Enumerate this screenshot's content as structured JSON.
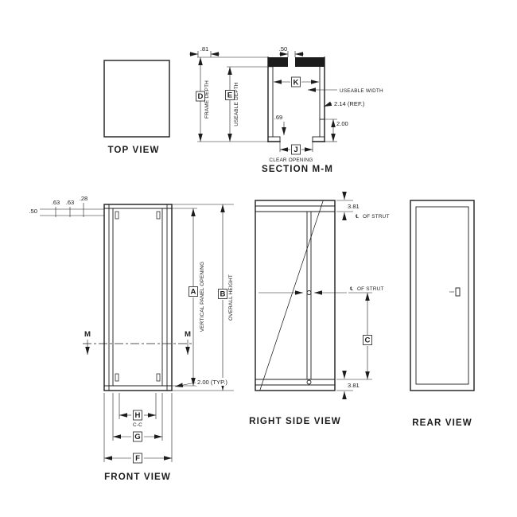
{
  "drawing": {
    "background": "#ffffff",
    "ink": "#1c1c1c"
  },
  "top_view": {
    "title": "TOP VIEW"
  },
  "section_mm": {
    "title": "SECTION M-M",
    "dim_81": ".81",
    "dim_50": ".50",
    "letter_d": "D",
    "frame_depth": "FRAME DEPTH",
    "letter_e": "E",
    "useable_depth": "USEABLE DEPTH",
    "letter_k": "K",
    "useable_width": "USEABLE WIDTH",
    "ref_214": "2.14 (REF.)",
    "dim_69": ".69",
    "dim_200": "2.00",
    "letter_j": "J",
    "clear_opening": "CLEAR OPENING"
  },
  "front_view": {
    "title": "FRONT VIEW",
    "dim_50": ".50",
    "dim_63_first": ".63",
    "dim_63_second": ".63",
    "dim_28": ".28",
    "section_letter_left": "M",
    "section_letter_right": "M",
    "letter_a": "A",
    "vertical_panel_opening": "VERTICAL PANEL OPENING",
    "letter_b": "B",
    "overall_height": "OVERALL HEIGHT",
    "dim_200_typ": "2.00 (TYP.)",
    "letter_h": "H",
    "center_to_center": "C-C",
    "letter_g": "G",
    "letter_f": "F"
  },
  "right_side_view": {
    "title": "RIGHT SIDE VIEW",
    "dim_381_top": "3.81",
    "centerline_top": "℄",
    "of_strut_top": "OF STRUT",
    "centerline_mid": "℄",
    "of_strut_mid": "OF STRUT",
    "letter_c": "C",
    "dim_381_bottom": "3.81"
  },
  "rear_view": {
    "title": "REAR VIEW"
  }
}
